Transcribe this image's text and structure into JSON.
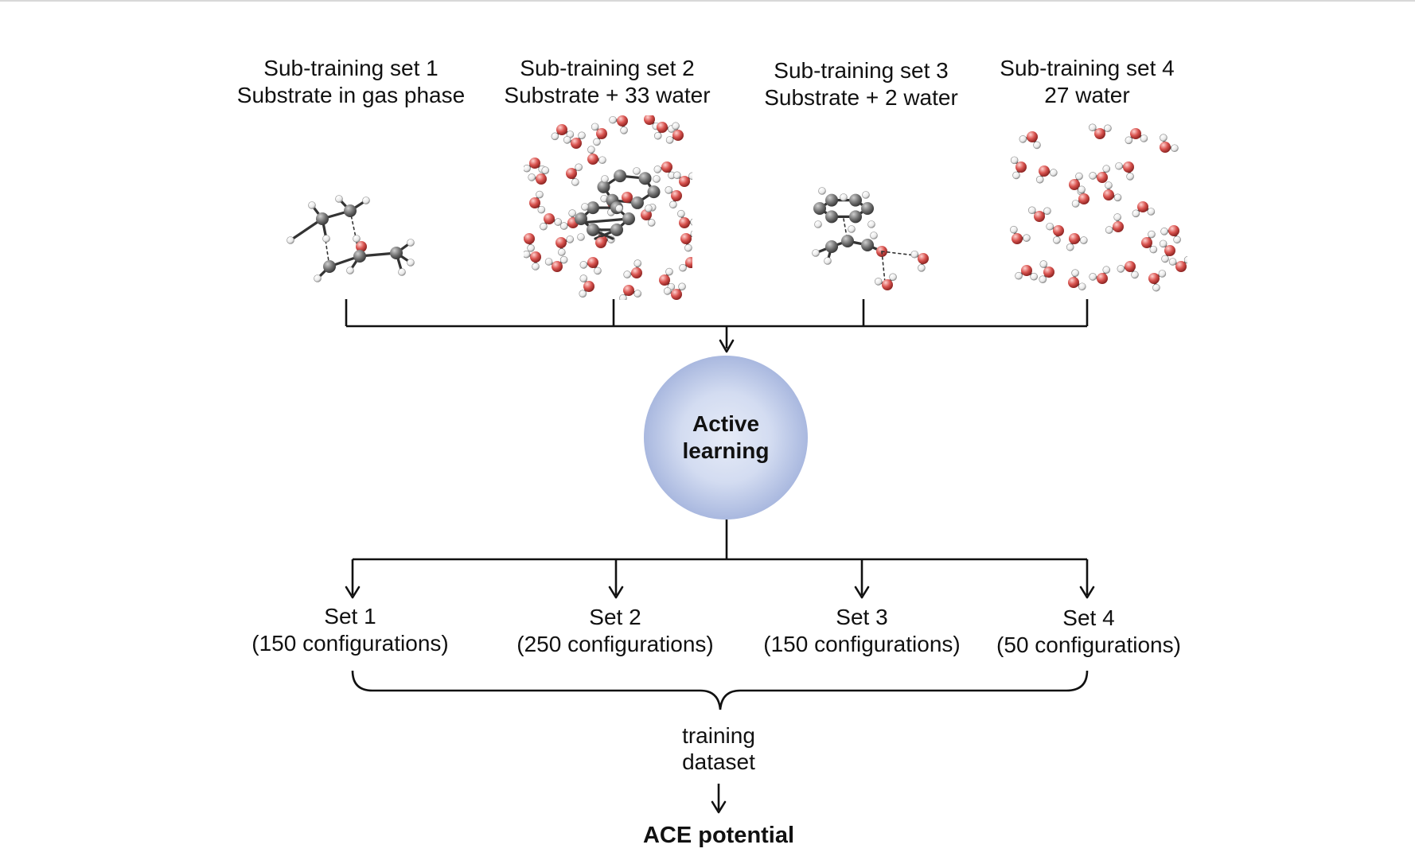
{
  "subsets": [
    {
      "title": "Sub-training set 1",
      "desc": "Substrate in gas phase"
    },
    {
      "title": "Sub-training set 2",
      "desc": "Substrate + 33 water"
    },
    {
      "title": "Sub-training set 3",
      "desc": "Substrate + 2 water"
    },
    {
      "title": "Sub-training set 4",
      "desc": "27 water"
    }
  ],
  "active_learning": {
    "line1": "Active",
    "line2": "learning"
  },
  "sets": [
    {
      "name": "Set 1",
      "count": "(150 configurations)"
    },
    {
      "name": "Set 2",
      "count": "(250 configurations)"
    },
    {
      "name": "Set 3",
      "count": "(150 configurations)"
    },
    {
      "name": "Set 4",
      "count": "(50 configurations)"
    }
  ],
  "training": {
    "line1": "training",
    "line2": "dataset"
  },
  "final": "ACE potential",
  "colors": {
    "carbon": "#6f6f6f",
    "oxygen": "#d9534f",
    "hydrogen": "#f2f2f2",
    "circle_center": "#dfe5f4",
    "circle_edge": "#aebbe0"
  }
}
